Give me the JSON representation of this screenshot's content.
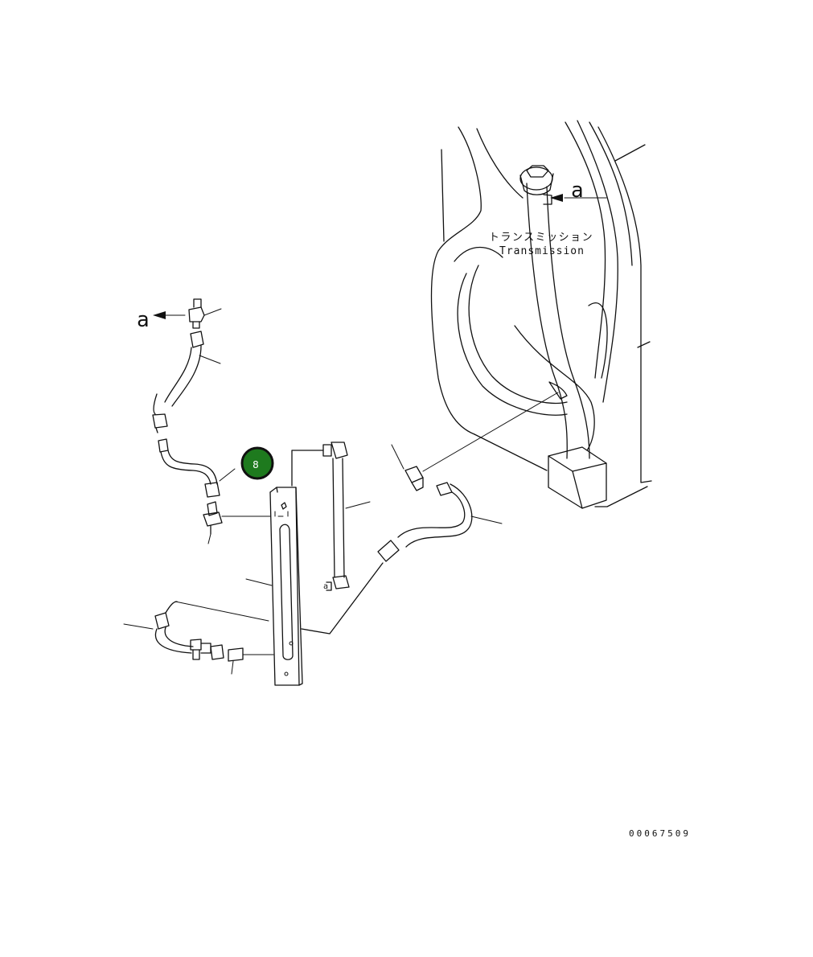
{
  "diagram": {
    "transmission_label_jp": "トランスミッション",
    "transmission_label_en": "Transmission",
    "connector_a_left": "a",
    "connector_a_right": "a",
    "hose_end_label": "a",
    "figure_number": "00067509",
    "badge": {
      "text": "8",
      "fill": "#1e7a1e",
      "ring": "#111111"
    }
  }
}
